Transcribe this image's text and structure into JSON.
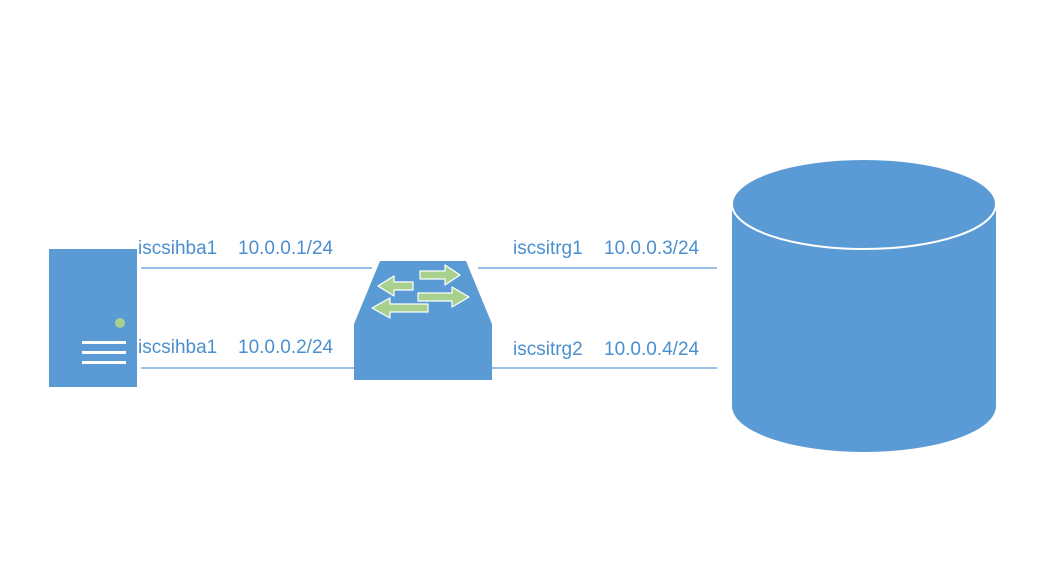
{
  "colors": {
    "shape_fill": "#5b9bd5",
    "link_line": "#5b9bd5",
    "label_text": "#4a8fcf",
    "switch_arrow": "#a9d18e",
    "server_led": "#a9d18e",
    "server_detail": "#ffffff"
  },
  "nodes": {
    "server": {
      "icon": "server-tower-icon"
    },
    "switch": {
      "icon": "network-switch-icon"
    },
    "storage": {
      "icon": "storage-cylinder-icon"
    }
  },
  "links": {
    "hba_top": {
      "name": "iscsihba1",
      "ip": "10.0.0.1/24"
    },
    "hba_bottom": {
      "name": "iscsihba1",
      "ip": "10.0.0.2/24"
    },
    "trg_top": {
      "name": "iscsitrg1",
      "ip": "10.0.0.3/24"
    },
    "trg_bottom": {
      "name": "iscsitrg2",
      "ip": "10.0.0.4/24"
    }
  }
}
